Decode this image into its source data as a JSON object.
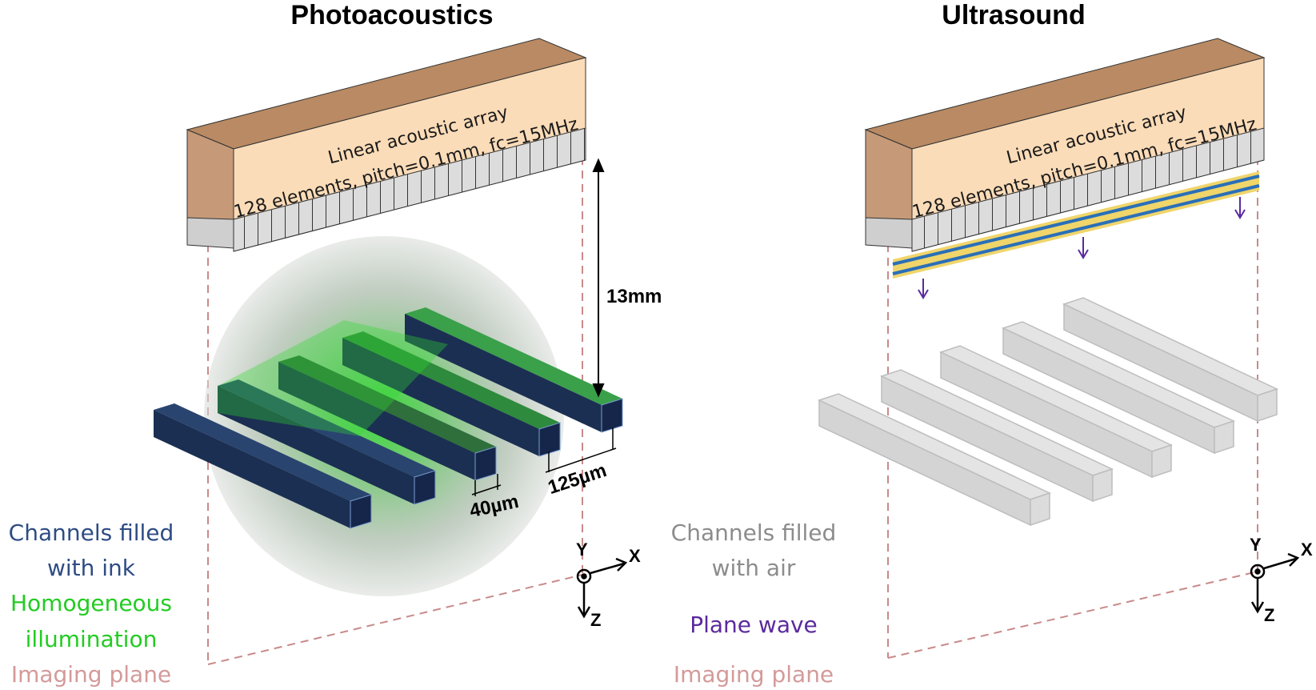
{
  "left_panel": {
    "title": "Photoacoustics",
    "array_line1": "Linear acoustic array",
    "array_line2": "128 elements, pitch=0.1mm, fc=15MHz",
    "depth_label": "13mm",
    "spacing_label": "125µm",
    "width_label": "40µm",
    "axis": {
      "x": "X",
      "y": "Y",
      "z": "Z"
    },
    "legend": {
      "channels_line1": "Channels filled",
      "channels_line2": "with ink",
      "illum_line1": "Homogeneous",
      "illum_line2": "illumination",
      "plane": "Imaging plane"
    }
  },
  "right_panel": {
    "title": "Ultrasound",
    "array_line1": "Linear acoustic array",
    "array_line2": "128 elements, pitch=0.1mm, fc=15MHz",
    "axis": {
      "x": "X",
      "y": "Y",
      "z": "Z"
    },
    "legend": {
      "channels_line1": "Channels filled",
      "channels_line2": "with air",
      "wave": "Plane wave",
      "plane": "Imaging plane"
    }
  },
  "colors": {
    "ink": "#1b2f52",
    "air": "#d9d9d9",
    "illumination": "#2ec82e",
    "imaging_plane": "#c98a8a",
    "plane_wave": "#5b2a9e",
    "array_front": "#fbdcb8",
    "array_top": "#b98a63",
    "array_side": "#c69a78",
    "legend_channels_ink": "#2e4c84",
    "legend_channels_air": "#8c8c8c",
    "legend_illumination": "#22cc22",
    "legend_plane": "#d49a9a"
  }
}
